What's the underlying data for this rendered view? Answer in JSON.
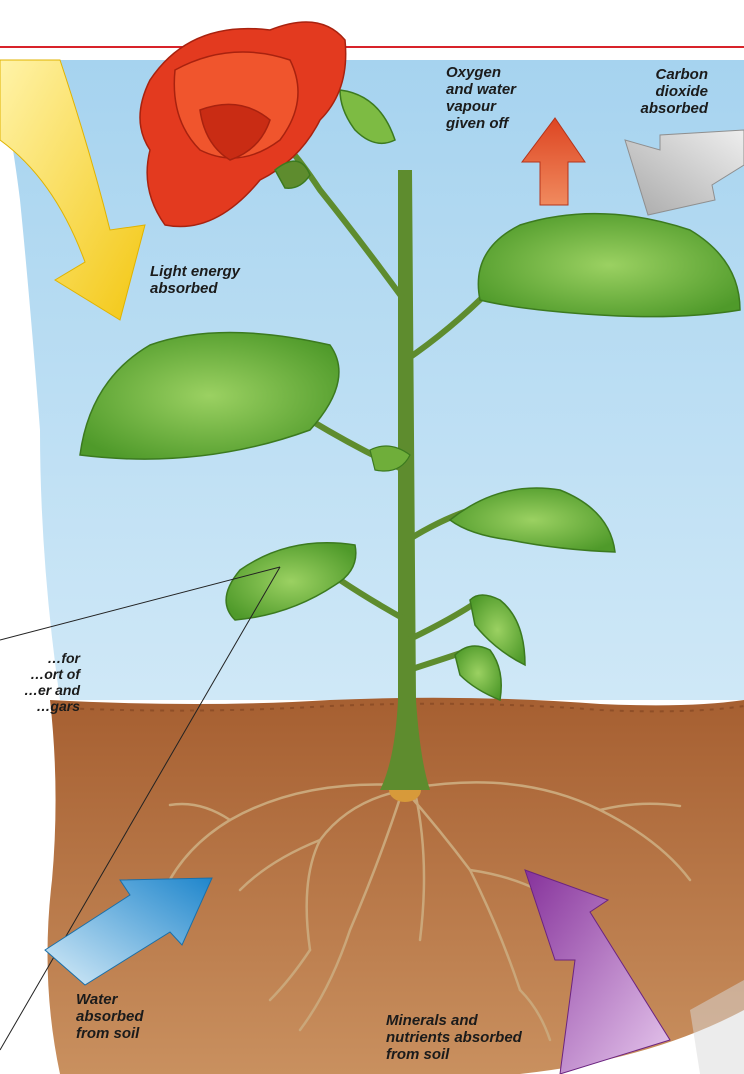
{
  "labels": {
    "oxygen": "Oxygen\nand water\nvapour\ngiven off",
    "carbon": "Carbon\ndioxide\nabsorbed",
    "light": "Light energy\nabsorbed",
    "vessels": "…for\n…ort of\n…er and\n…gars",
    "water": "Water\nabsorbed\nfrom soil",
    "minerals": "Minerals and\nnutrients absorbed\nfrom soil"
  },
  "colors": {
    "header_rule": "#d8232a",
    "sky": "#a9d4ee",
    "soil": "#b06a38",
    "stem": "#5e8c2e",
    "leaf": "#6fb13c",
    "flower": "#e33a1f",
    "arrow_light": "#f5d31f",
    "arrow_oxygen": "#e4572e",
    "arrow_carbon": "#b9b9b9",
    "arrow_water": "#2f8fd0",
    "arrow_minerals": "#8a3aa0"
  }
}
